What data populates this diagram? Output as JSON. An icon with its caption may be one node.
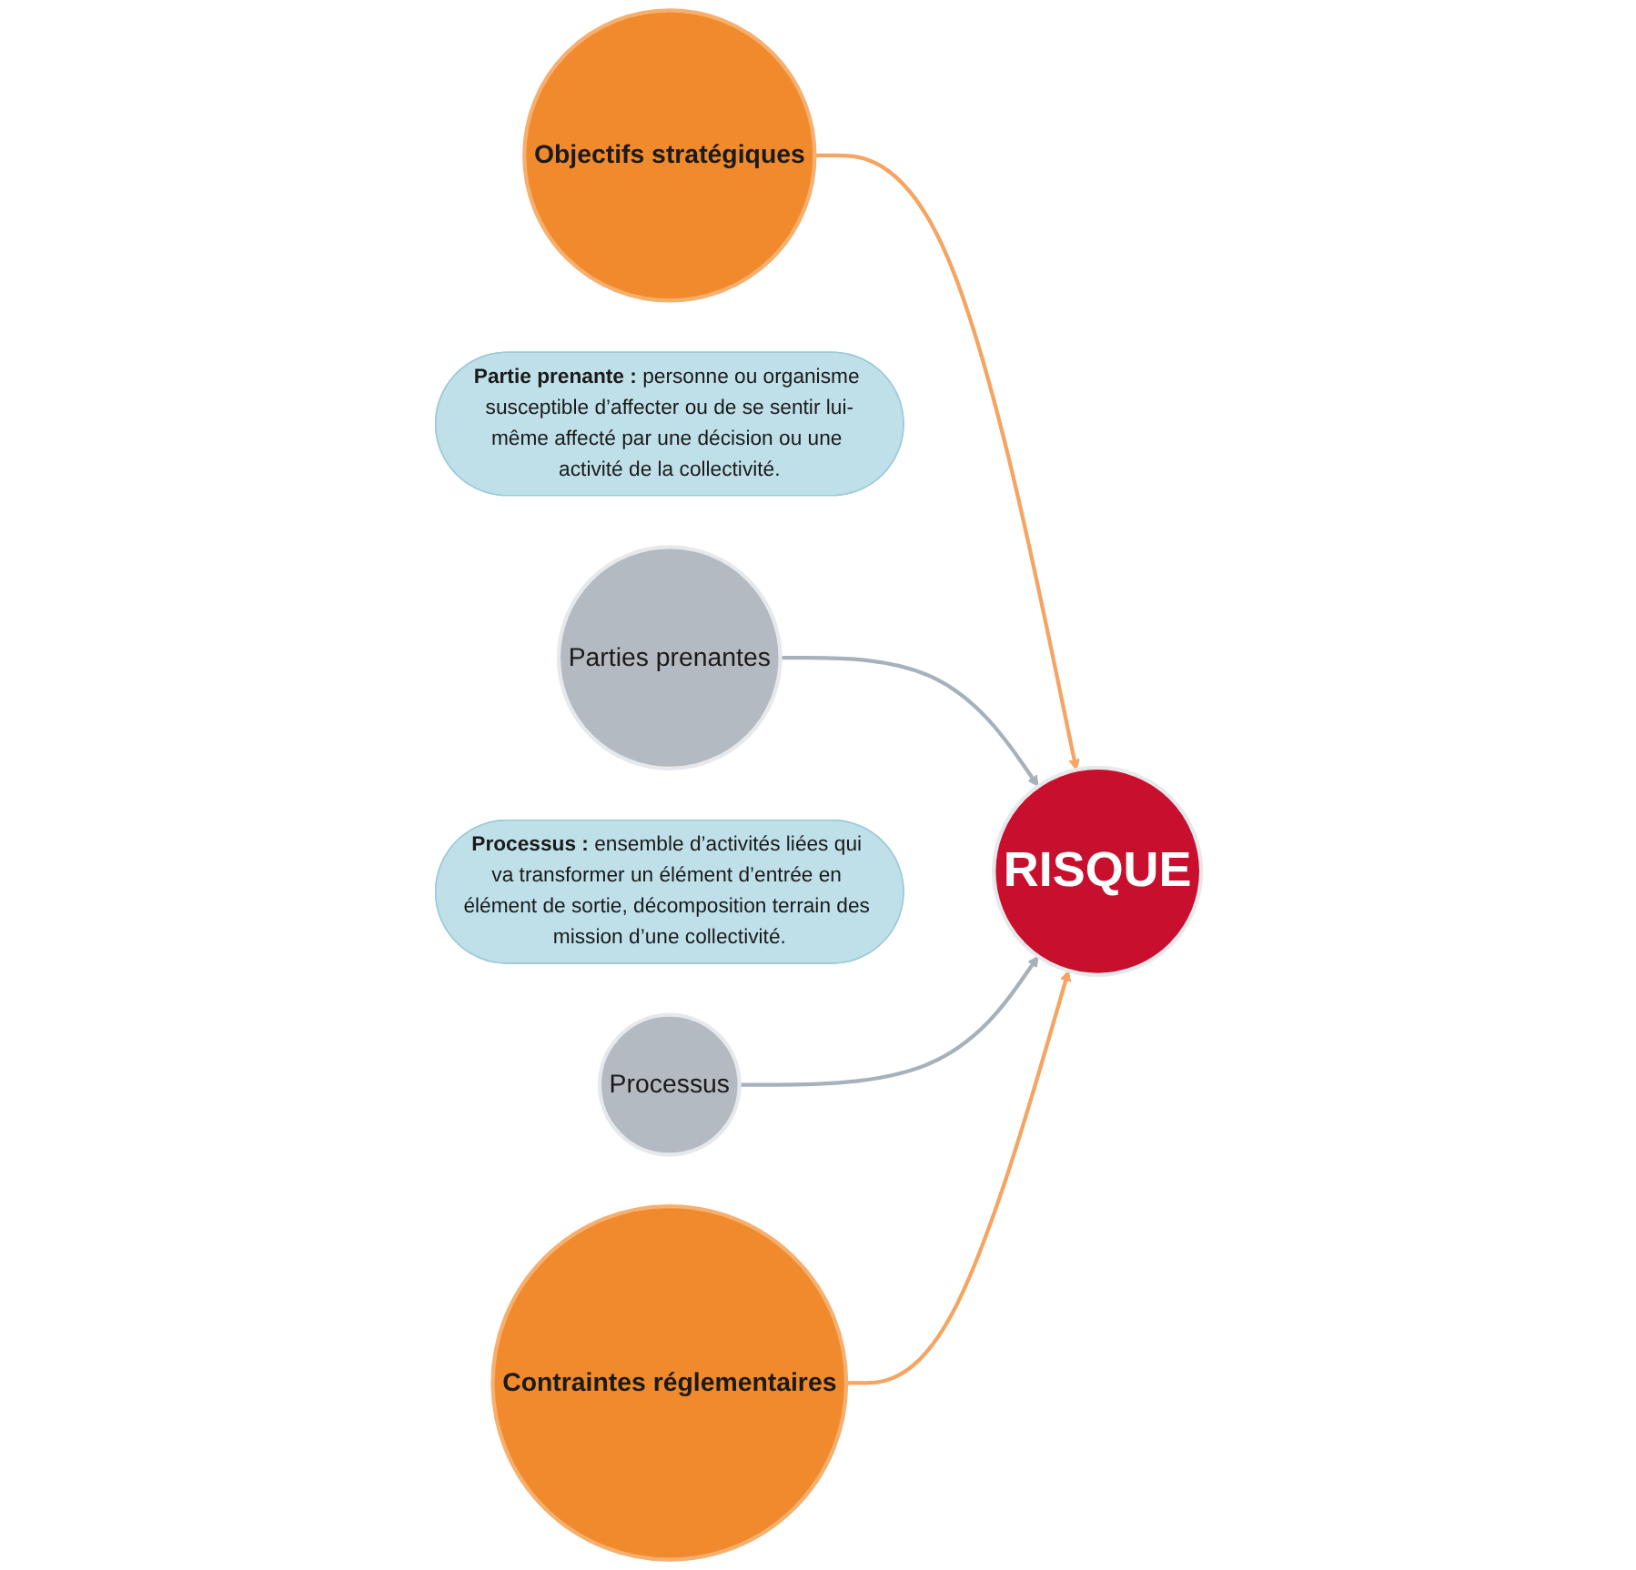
{
  "diagram": {
    "nodes": [
      {
        "text": [
          "Objectifs stratégiques"
        ]
      },
      {
        "text": [
          "**Partie prenante :** personne ou organisme susceptible d’affecter ou de se sentir lui-même affecté par une décision ou une activité de la collectivité."
        ]
      },
      {
        "text": [
          "Parties prenantes"
        ]
      },
      {
        "text": [
          "RISQUE"
        ]
      },
      {
        "text": [
          "**Processus :** ensemble d’activités liées qui va transformer un élément d’entrée en élément de sortie, décomposition terrain des mission d’une collectivité."
        ]
      },
      {
        "text": [
          "Processus"
        ]
      },
      {
        "text": [
          "Contraintes réglementaires"
        ]
      }
    ],
    "edges": [
      {
        "from": 0,
        "to": 3,
        "arrow": "to",
        "color": "#f5a461"
      },
      {
        "from": 2,
        "to": 3,
        "arrow": "to",
        "color": "#a7b1ba"
      },
      {
        "from": 5,
        "to": 3,
        "arrow": "to",
        "color": "#a7b1ba"
      },
      {
        "from": 6,
        "to": 3,
        "arrow": "to",
        "color": "#f5a461"
      }
    ]
  }
}
